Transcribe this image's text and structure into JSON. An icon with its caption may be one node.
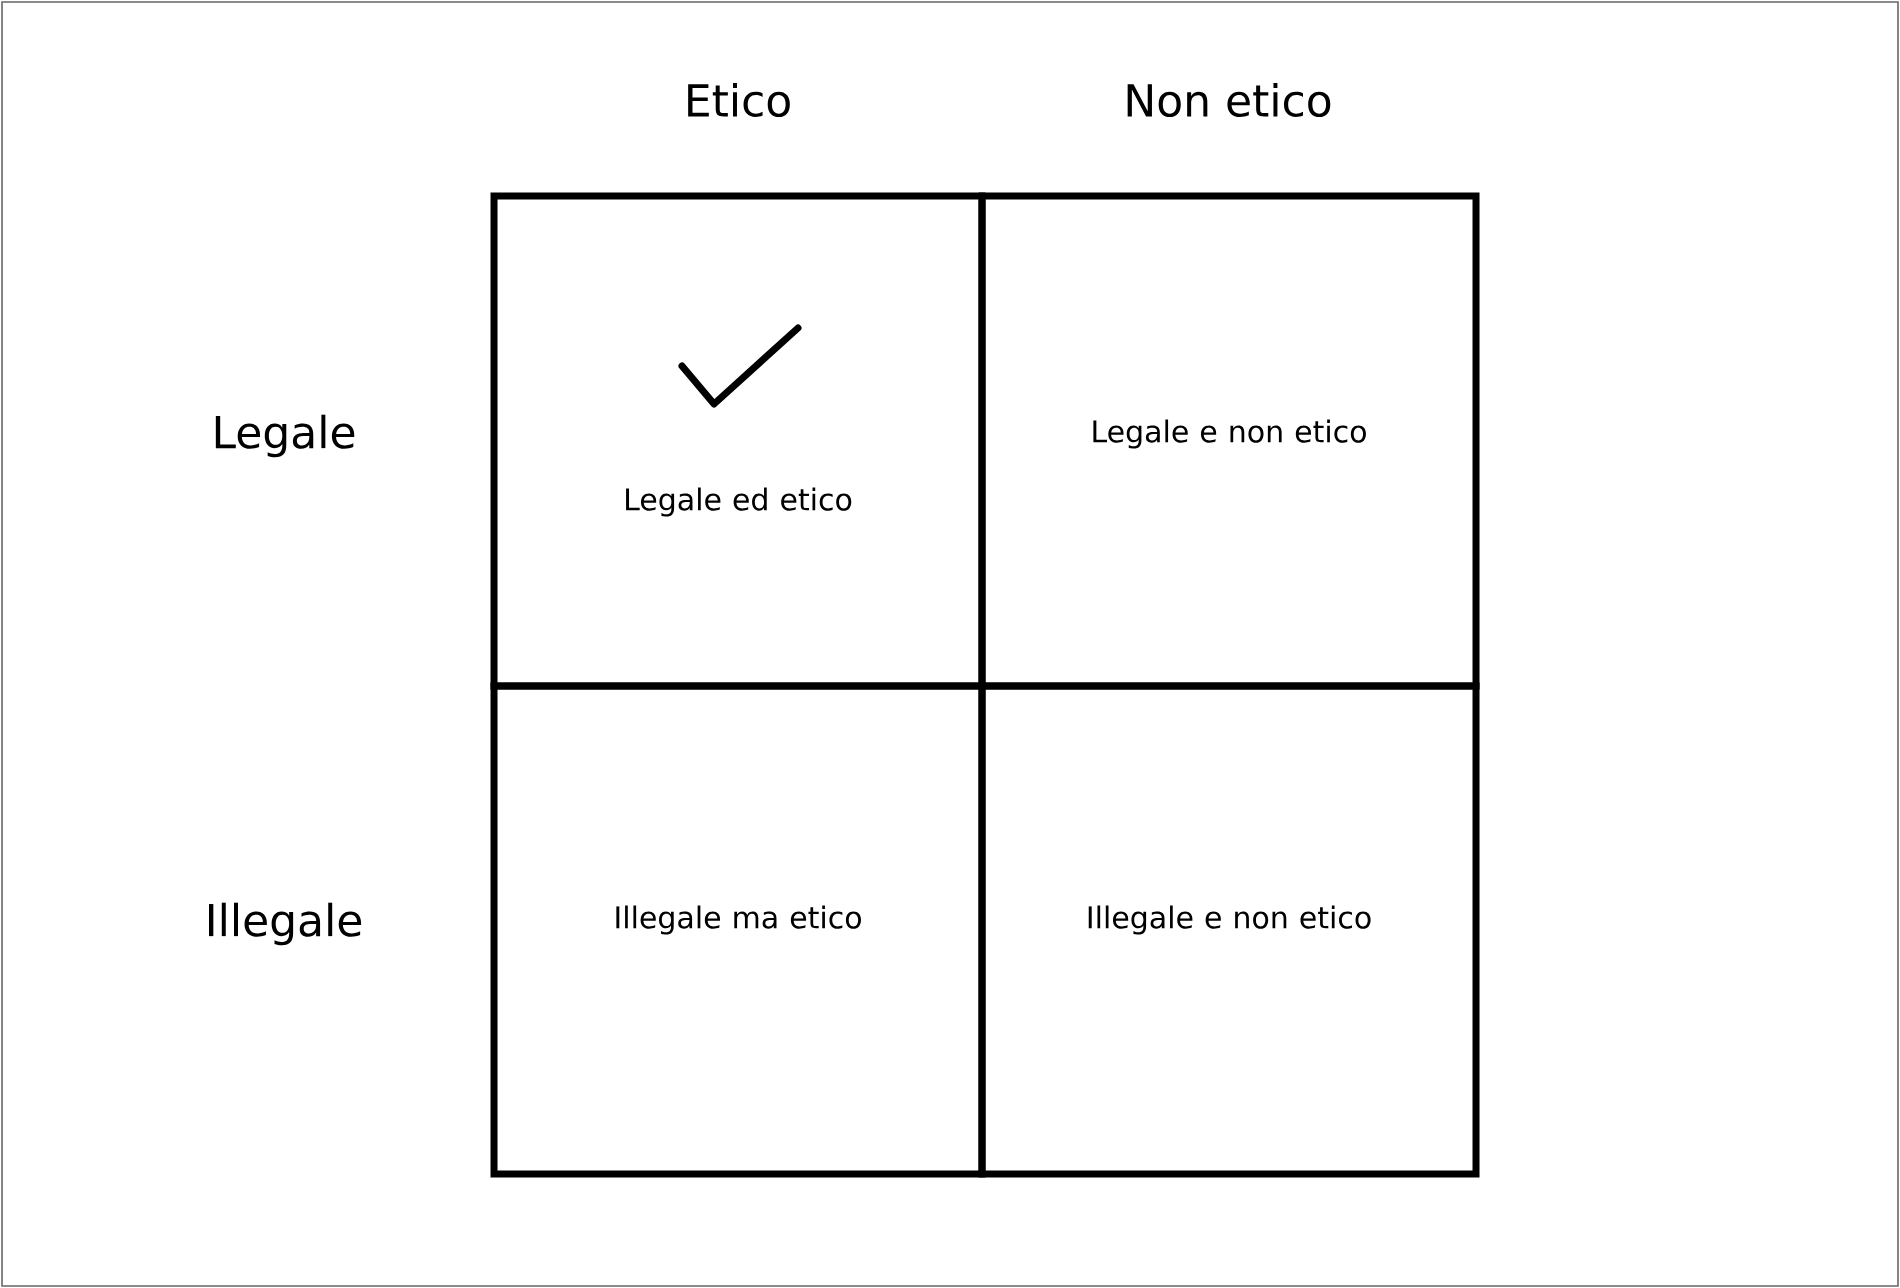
{
  "diagram": {
    "nodes": [
      {
        "text": [
          "Legale ed etico"
        ]
      },
      {
        "text": [
          "Legale e non etico"
        ]
      },
      {
        "text": [
          "Illegale ma etico"
        ]
      },
      {
        "text": [
          "Illegale e non etico"
        ]
      }
    ],
    "labels": [
      "Etico",
      "Non etico",
      "Legale",
      "Illegale"
    ]
  }
}
